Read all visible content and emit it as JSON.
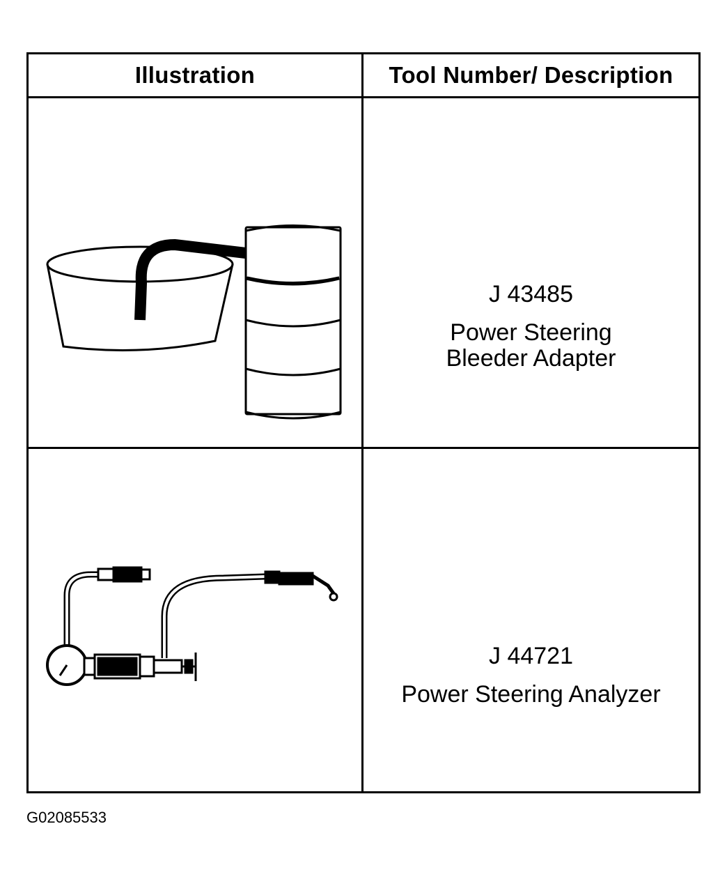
{
  "table": {
    "headers": {
      "illustration": "Illustration",
      "tool_description": "Tool Number/ Description"
    },
    "rows": [
      {
        "tool_number": "J 43485",
        "description_lines": [
          "Power Steering",
          "Bleeder Adapter"
        ],
        "illustration_icon": "bleeder-adapter-icon"
      },
      {
        "tool_number": "J 44721",
        "description_lines": [
          "Power Steering Analyzer"
        ],
        "illustration_icon": "analyzer-icon"
      }
    ]
  },
  "figure_id": "G02085533"
}
